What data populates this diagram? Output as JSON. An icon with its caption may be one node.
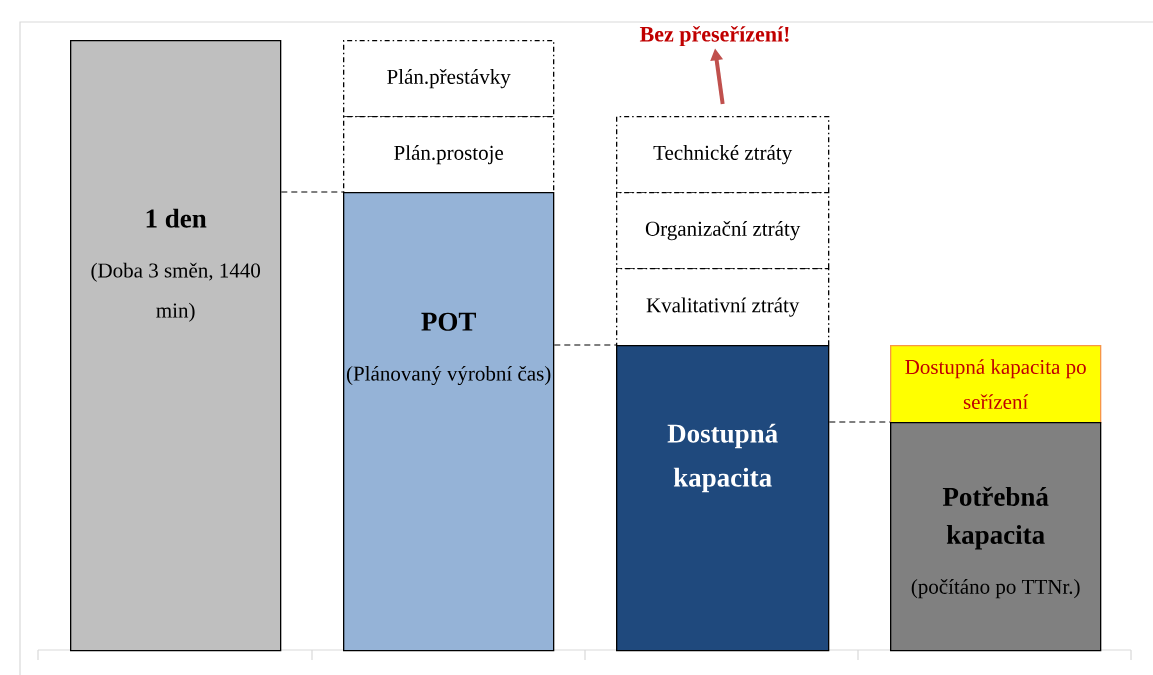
{
  "diagram": {
    "nodes": [
      {
        "text": [
          "1 den",
          "(Doba 3 směn, 1440 min)"
        ]
      },
      {
        "text": [
          "Plán.přestávky"
        ]
      },
      {
        "text": [
          "Plán.prostoje"
        ]
      },
      {
        "text": [
          "POT",
          "(Plánovaný výrobní čas)"
        ]
      },
      {
        "text": [
          "Technické ztráty"
        ]
      },
      {
        "text": [
          "Organizační ztráty"
        ]
      },
      {
        "text": [
          "Kvalitativní ztráty"
        ]
      },
      {
        "text": [
          "Dostupná kapacita"
        ]
      },
      {
        "text": [
          "Dostupná kapacita po seřízení"
        ]
      },
      {
        "text": [
          "Potřebná kapacita",
          "(počítáno po TTNr.)"
        ]
      },
      {
        "text": [
          "Bez přeseřízení!"
        ]
      }
    ],
    "edges": [
      {
        "from": 0,
        "to": 3,
        "arrow": "none",
        "style": "dashed"
      },
      {
        "from": 3,
        "to": 7,
        "arrow": "none",
        "style": "dashed"
      },
      {
        "from": 7,
        "to": 9,
        "arrow": "none",
        "style": "dashed"
      },
      {
        "from": 4,
        "to": 10,
        "arrow": "to",
        "style": "thick",
        "color": "#c0504d"
      }
    ]
  }
}
